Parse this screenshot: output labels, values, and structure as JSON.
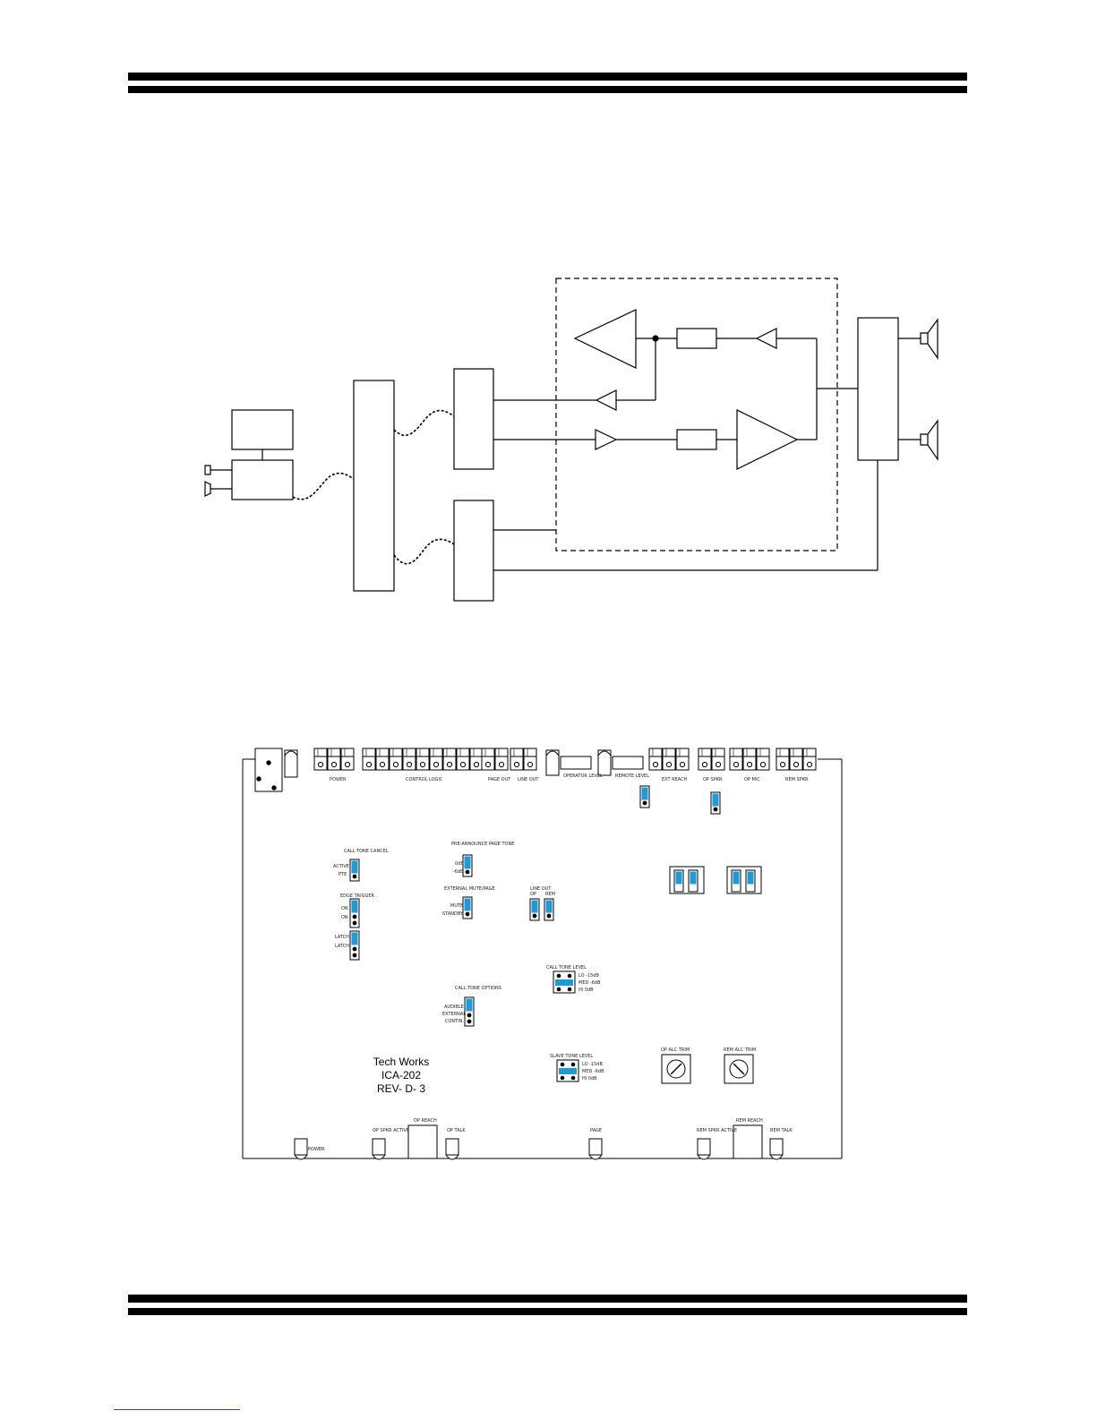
{
  "board": {
    "maker": "Tech Works",
    "model": "ICA-202",
    "revision": "REV- D- 3"
  },
  "top_connectors": {
    "power": "POWER",
    "control_logic": "CONTROL LOGIC",
    "page_out": "PAGE OUT",
    "line_out": "LINE OUT",
    "operator_level": "OPERATOR LEVEL",
    "remote_level": "REMOTE LEVEL",
    "ext_reach": "EXT REACH",
    "op_spkr": "OP SPKR",
    "op_mic": "OP MIC",
    "rem_spkr": "REM SPKR"
  },
  "jumpers": {
    "call_tone_cancel": "CALL TONE CANCEL",
    "active": "ACTIVE",
    "pte": "PTE",
    "edge_trigger": "EDGE TRIGGER",
    "on1": "ON",
    "on2": "ON",
    "latch1": "LATCH",
    "latch2": "LATCH",
    "pre_announce": "PRE-ANNOUNCE PAGE TONE",
    "db0": "0dB",
    "db6": "-6dB",
    "external_mute": "EXTERNAL MUTE/PAGE",
    "mute": "MUTE",
    "standby": "STANDBY",
    "line_out": "LINE OUT",
    "op": "OP",
    "rem": "REM",
    "call_tone_level": "CALL TONE LEVEL",
    "lo": "LO -15dB",
    "med": "MED -6dB",
    "hi": "HI 0dB",
    "call_tone_options": "CALL TONE OPTIONS",
    "audible": "AUDIBLE",
    "external": "EXTERNAL",
    "contin": "CONTIN.",
    "slave_tone_level": "SLAVE TONE LEVEL",
    "lo2": "LO -15dB",
    "med2": "MED -6dB",
    "hi2": "HI 0dB"
  },
  "trims": {
    "op_alc": "OP ALC TRIM",
    "rem_alc": "REM ALC TRIM"
  },
  "bottom_connectors": {
    "power": "POWER",
    "op_spkr_active": "OP SPKR ACTIVE",
    "op_reach": "OP REACH",
    "op_talk": "OP TALK",
    "page": "PAGE",
    "rem_spkr_active": "REM SPKR ACTIVE",
    "rem_reach": "REM REACH",
    "rem_talk": "REM TALK"
  },
  "colors": {
    "jumper": "#1e9bd7",
    "ink": "#000000",
    "link": "#3040c0"
  }
}
